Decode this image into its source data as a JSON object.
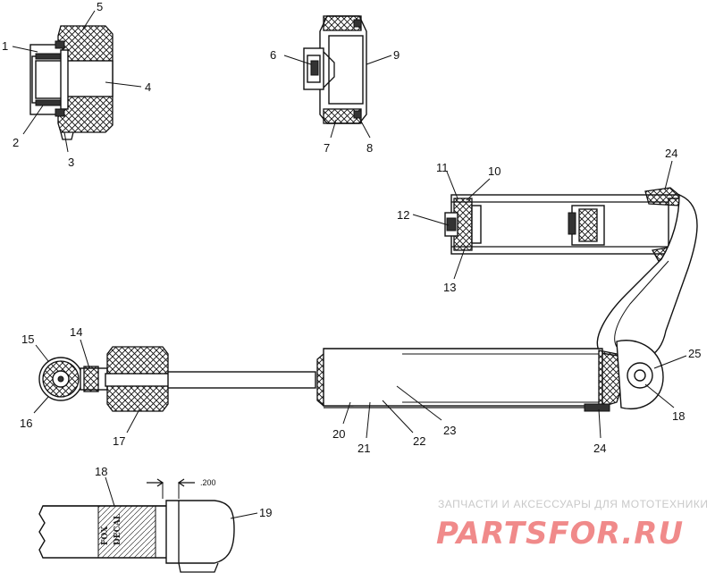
{
  "callouts": {
    "c1": "1",
    "c2": "2",
    "c3": "3",
    "c4": "4",
    "c5": "5",
    "c6": "6",
    "c7": "7",
    "c8": "8",
    "c9": "9",
    "c10": "10",
    "c11": "11",
    "c12": "12",
    "c13": "13",
    "c14": "14",
    "c15": "15",
    "c16": "16",
    "c17": "17",
    "c18a": "18",
    "c18b": "18",
    "c19": "19",
    "c20": "20",
    "c21": "21",
    "c22": "22",
    "c23": "23",
    "c24a": "24",
    "c24b": "24",
    "c25": "25"
  },
  "dimension_label": ".200",
  "decal_text_1": "FOX",
  "decal_text_2": "DECAL",
  "watermark": {
    "tagline": "ЗАПЧАСТИ И АКСЕССУАРЫ ДЛЯ МОТОТЕХНИКИ",
    "logo": "PARTSFOR.RU",
    "color": "#f08a8a"
  }
}
